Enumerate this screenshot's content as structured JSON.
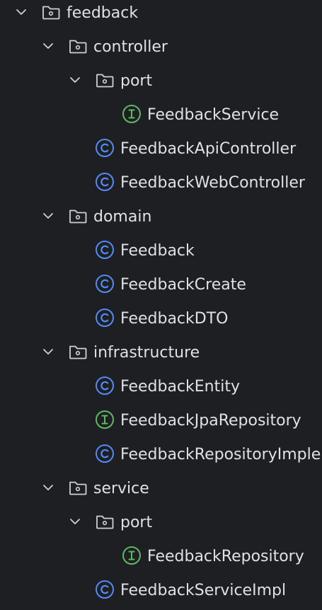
{
  "colors": {
    "background": "#1e1f22",
    "text": "#dfe1e5",
    "folder_icon": "#ced0d6",
    "chevron": "#ced0d6",
    "class_icon": "#548af7",
    "interface_icon": "#5fb865"
  },
  "tree": {
    "root": {
      "label": "feedback",
      "icon": "folder-icon",
      "expanded": true
    },
    "controller": {
      "label": "controller",
      "icon": "folder-icon",
      "expanded": true,
      "port": {
        "label": "port",
        "icon": "folder-icon",
        "expanded": true,
        "items": [
          {
            "label": "FeedbackService",
            "kind": "I",
            "icon": "interface-icon"
          }
        ]
      },
      "items": [
        {
          "label": "FeedbackApiController",
          "kind": "C",
          "icon": "class-icon"
        },
        {
          "label": "FeedbackWebController",
          "kind": "C",
          "icon": "class-icon"
        }
      ]
    },
    "domain": {
      "label": "domain",
      "icon": "folder-icon",
      "expanded": true,
      "items": [
        {
          "label": "Feedback",
          "kind": "C",
          "icon": "class-icon"
        },
        {
          "label": "FeedbackCreate",
          "kind": "C",
          "icon": "class-icon"
        },
        {
          "label": "FeedbackDTO",
          "kind": "C",
          "icon": "class-icon"
        }
      ]
    },
    "infrastructure": {
      "label": "infrastructure",
      "icon": "folder-icon",
      "expanded": true,
      "items": [
        {
          "label": "FeedbackEntity",
          "kind": "C",
          "icon": "class-icon"
        },
        {
          "label": "FeedbackJpaRepository",
          "kind": "I",
          "icon": "interface-icon"
        },
        {
          "label": "FeedbackRepositoryImple",
          "kind": "C",
          "icon": "class-icon"
        }
      ]
    },
    "service": {
      "label": "service",
      "icon": "folder-icon",
      "expanded": true,
      "port": {
        "label": "port",
        "icon": "folder-icon",
        "expanded": true,
        "items": [
          {
            "label": "FeedbackRepository",
            "kind": "I",
            "icon": "interface-icon"
          }
        ]
      },
      "items": [
        {
          "label": "FeedbackServiceImpl",
          "kind": "C",
          "icon": "class-icon"
        }
      ]
    }
  }
}
